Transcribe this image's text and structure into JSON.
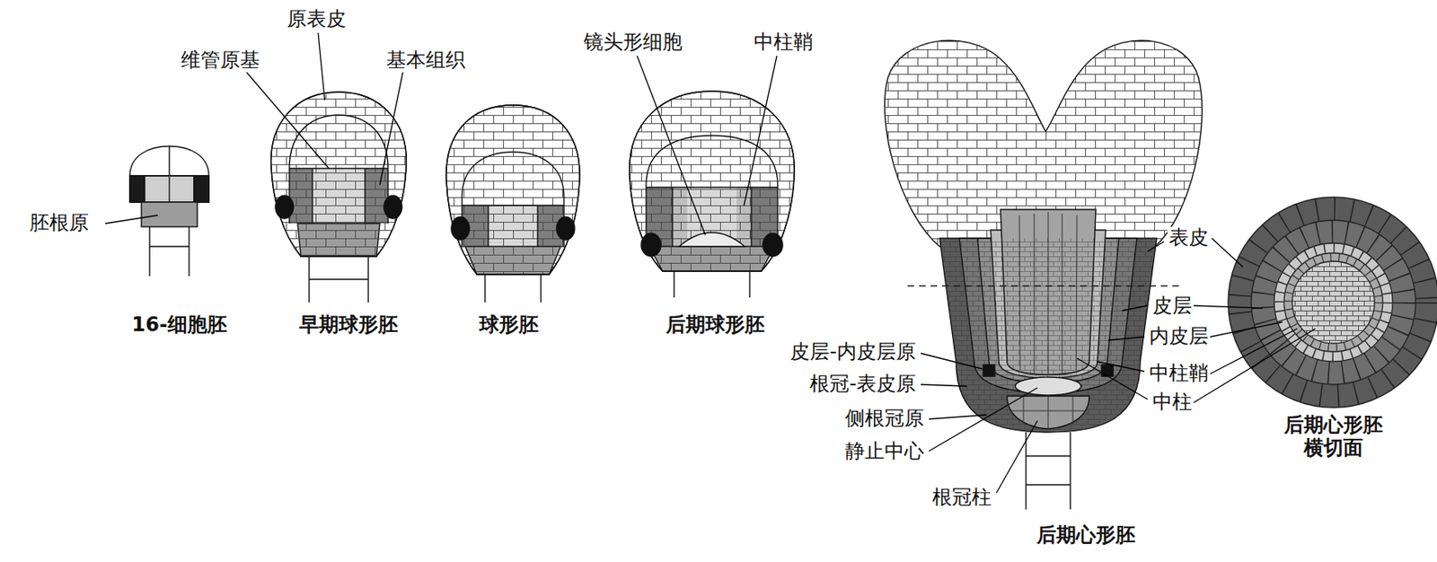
{
  "diagram": {
    "labels": [
      "原表皮",
      "维管原基",
      "基本组织",
      "镜头形细胞",
      "中柱鞘",
      "胚根原",
      "16-细胞胚",
      "早期球形胚",
      "球形胚",
      "后期球形胚",
      "表皮",
      "皮层",
      "内皮层",
      "中柱鞘",
      "中柱",
      "皮层-内皮层原",
      "根冠-表皮原",
      "侧根冠原",
      "静止中心",
      "根冠柱",
      "后期心形胚",
      "后期心形胚 横切面"
    ]
  }
}
